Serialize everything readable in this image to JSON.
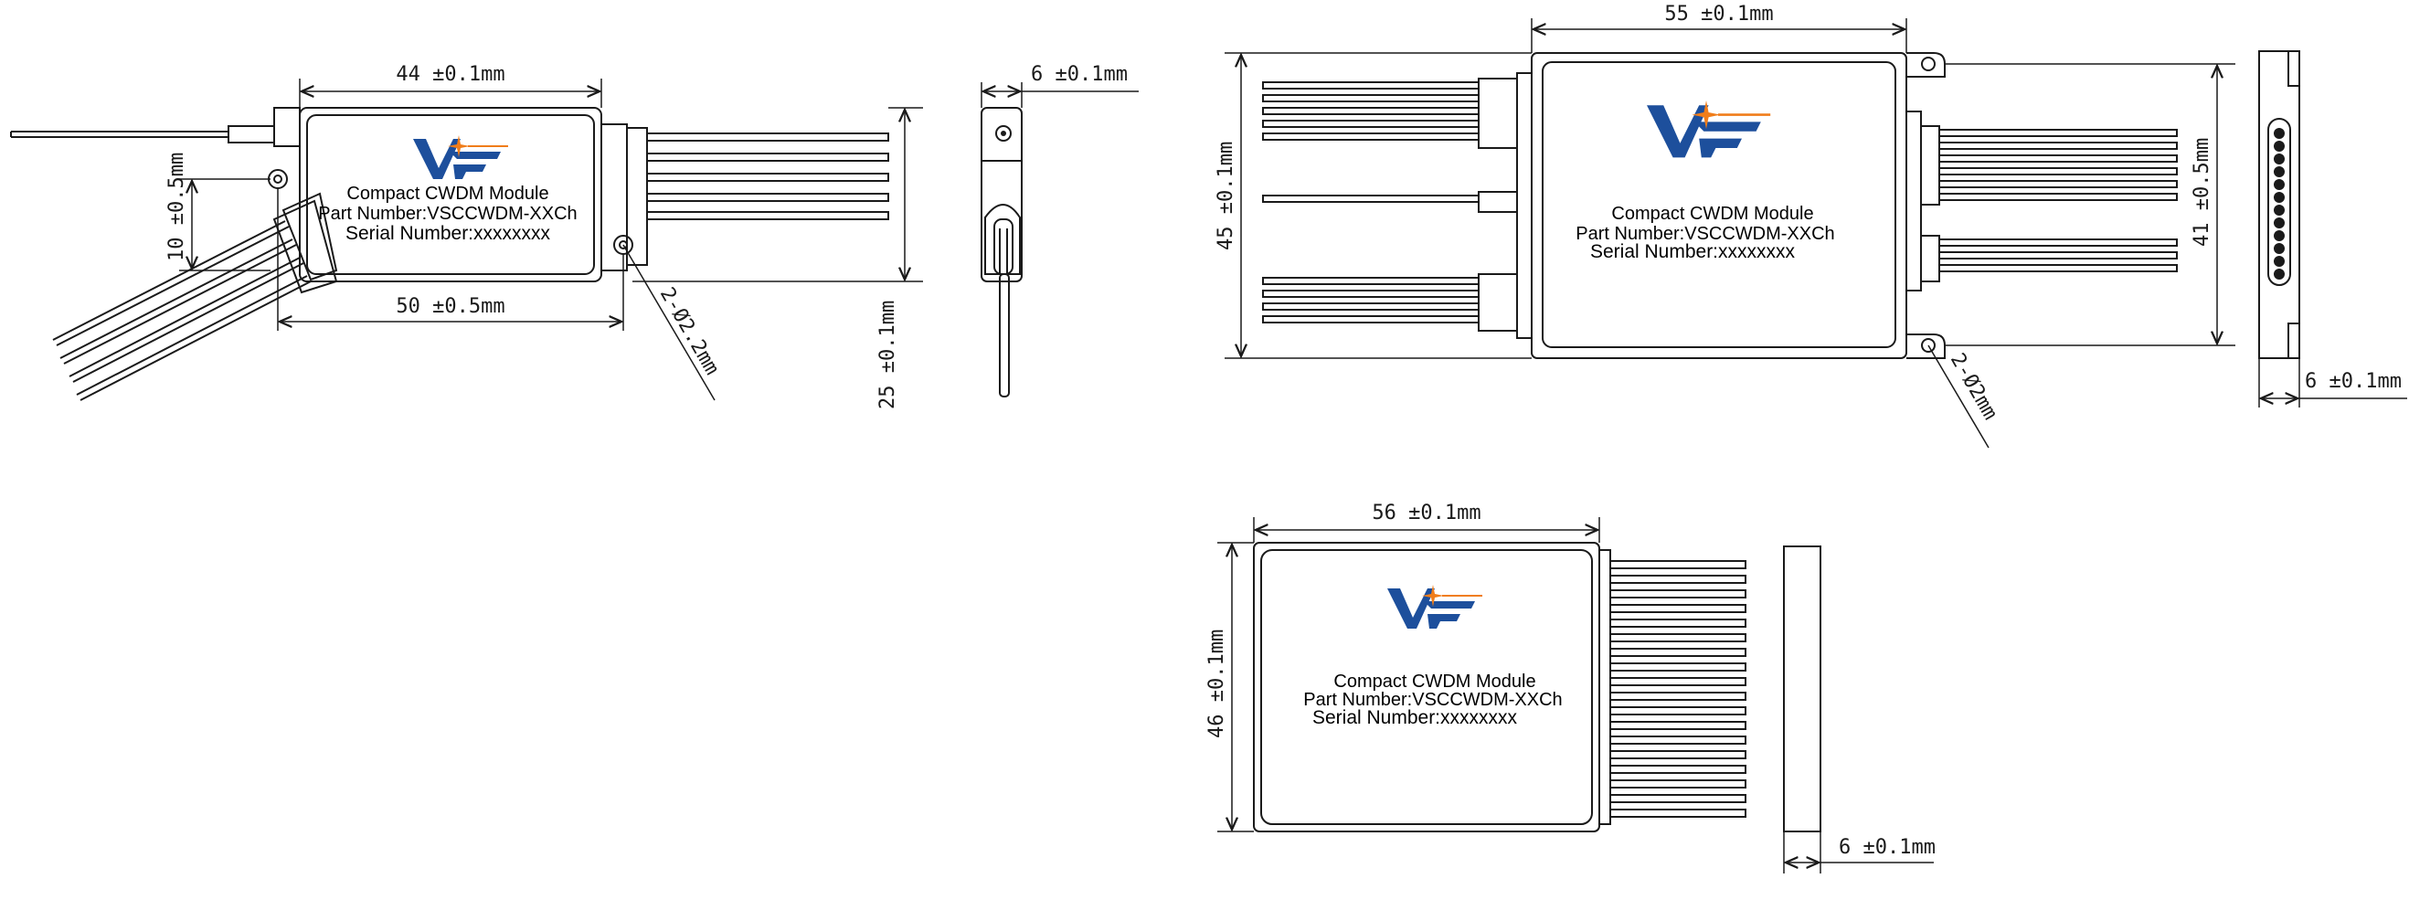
{
  "brand": {
    "logo_colors": {
      "blue": "#1d4f9c",
      "orange": "#f07d1a"
    }
  },
  "module_label": {
    "line1": "Compact CWDM Module",
    "line2": "Part Number:VSCCWDM-XXCh",
    "line3": "Serial Number:xxxxxxxx"
  },
  "drawing1": {
    "dim_top": "44 ±0.1mm",
    "dim_bottom": "50 ±0.5mm",
    "dim_left_vertical": "10 ±0.5mm",
    "dim_right_vertical": "25 ±0.1mm",
    "dim_hole": "2-Ø2.2mm",
    "side_dim": "6 ±0.1mm"
  },
  "drawing2": {
    "dim_top": "55 ±0.1mm",
    "dim_left_vertical": "45 ±0.1mm",
    "dim_right_vertical": "41 ±0.5mm",
    "dim_hole": "2-Ø2mm",
    "side_dim": "6 ±0.1mm"
  },
  "drawing3": {
    "dim_top": "56 ±0.1mm",
    "dim_left_vertical": "46 ±0.1mm",
    "side_dim": "6 ±0.1mm"
  }
}
